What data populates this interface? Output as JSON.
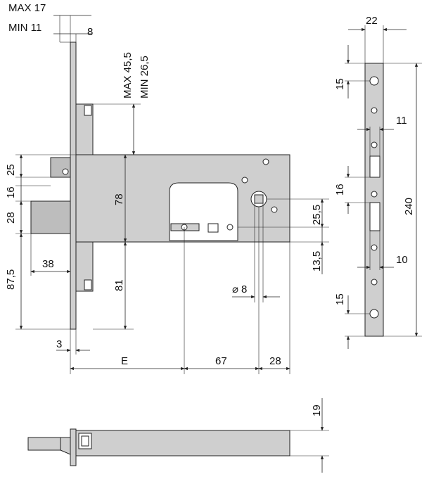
{
  "labels": {
    "max_backset": "MAX 17",
    "min_backset": "MIN 11",
    "faceplate_gap": "8",
    "max_door": "MAX 45,5",
    "min_door": "MIN 26,5",
    "upper_latch": "25",
    "latch_height": "16",
    "bolt_height": "28",
    "lower_offset": "87,5",
    "bolt_throw": "38",
    "body_upper": "78",
    "body_lower": "81",
    "face_thickness": "3",
    "backset": "E",
    "center_dist": "67",
    "cylinder_to_edge": "28",
    "cyl_offset_a": "25,5",
    "cyl_offset_b": "13,5",
    "pin_diameter": "8",
    "strike_width": "22",
    "strike_slot_upper": "11",
    "strike_slot_lower": "10",
    "strike_height": "240",
    "strike_hole_top": "15",
    "strike_latch": "16",
    "strike_hole_bottom": "15",
    "case_depth": "19"
  }
}
